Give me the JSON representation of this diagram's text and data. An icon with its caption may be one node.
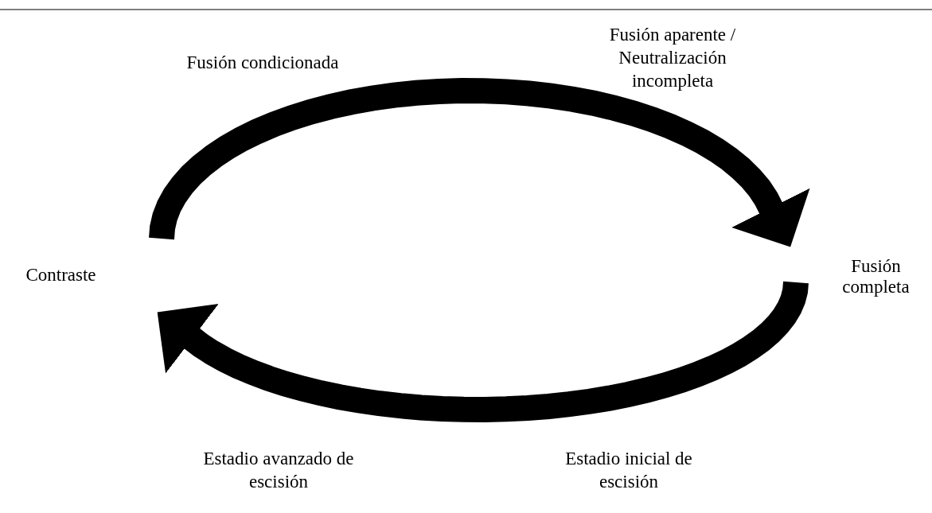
{
  "diagram": {
    "nodes": [
      {
        "text": [
          "Contraste"
        ]
      },
      {
        "text": [
          "Fusión completa"
        ]
      }
    ],
    "edges": [
      {
        "from": 0,
        "to": 1,
        "arrow": "to"
      },
      {
        "from": 1,
        "to": 0,
        "arrow": "to"
      }
    ],
    "labels": [
      "Fusión condicionada",
      "Fusión aparente / Neutralización incompleta",
      "Estadio avanzado de escisión",
      "Estadio inicial de escisión"
    ]
  }
}
